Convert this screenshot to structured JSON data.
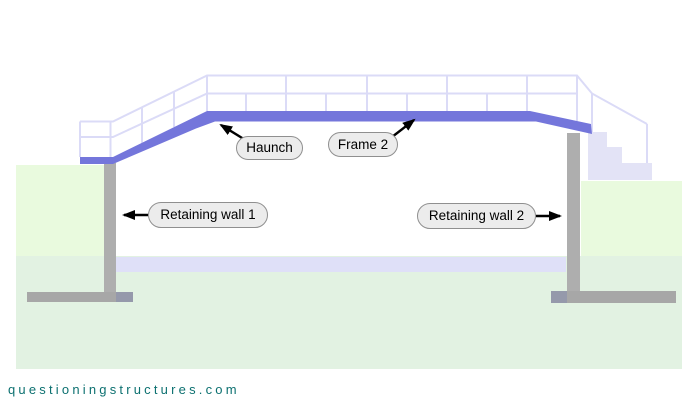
{
  "callouts": {
    "haunch": {
      "text": "Haunch"
    },
    "frame2": {
      "text": "Frame 2"
    },
    "wall1": {
      "text": "Retaining wall 1"
    },
    "wall2": {
      "text": "Retaining wall 2"
    }
  },
  "watermark": {
    "text": "questioningstructures.com"
  },
  "colors": {
    "deck": "#7476db",
    "railing": "#dbdbf7",
    "stairs": "#e3e3f6",
    "wall": "#aeaeae",
    "footing": "#a7a7a7",
    "footing_shaded": "#9599ab",
    "grass_bright": "#e9fade",
    "grass_muted": "#e2f2e2",
    "water_band": "#dfe0f8",
    "label_fill": "#ececec",
    "label_border": "#8f8f8f",
    "arrow": "#000000",
    "watermark": "#0c7070"
  }
}
